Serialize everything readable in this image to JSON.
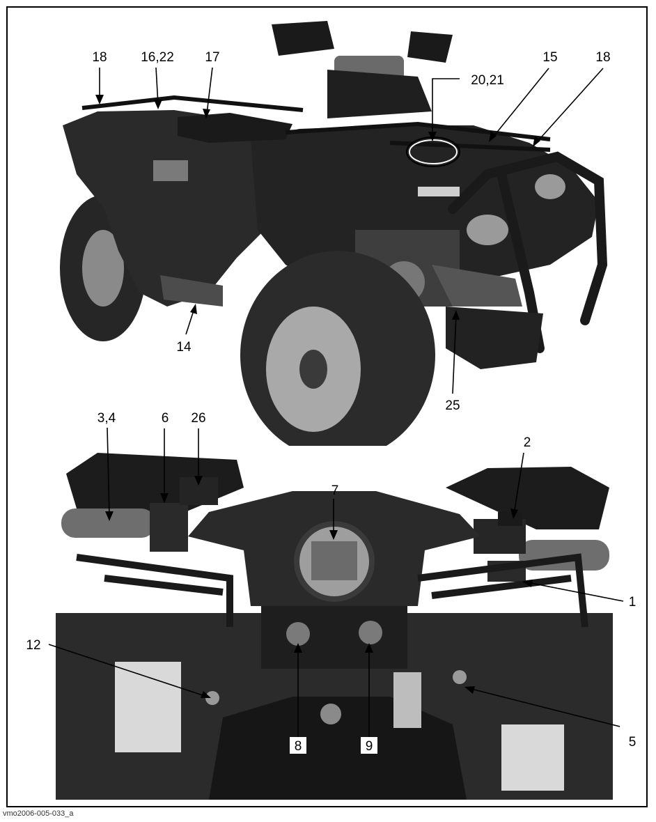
{
  "figure_code": "vmo2006-005-033_a",
  "callouts": {
    "c18_left": "18",
    "c16_22": "16,22",
    "c17": "17",
    "c20_21": "20,21",
    "c15": "15",
    "c18_right": "18",
    "c14": "14",
    "c25": "25",
    "c3_4": "3,4",
    "c6": "6",
    "c26": "26",
    "c2": "2",
    "c7": "7",
    "c1": "1",
    "c12": "12",
    "c5": "5",
    "c8": "8",
    "c9": "9"
  },
  "colors": {
    "photo_dark": "#1e1e1e",
    "photo_mid": "#5a5a5a",
    "photo_light": "#bdbdbd",
    "line": "#000000",
    "background": "#ffffff"
  }
}
